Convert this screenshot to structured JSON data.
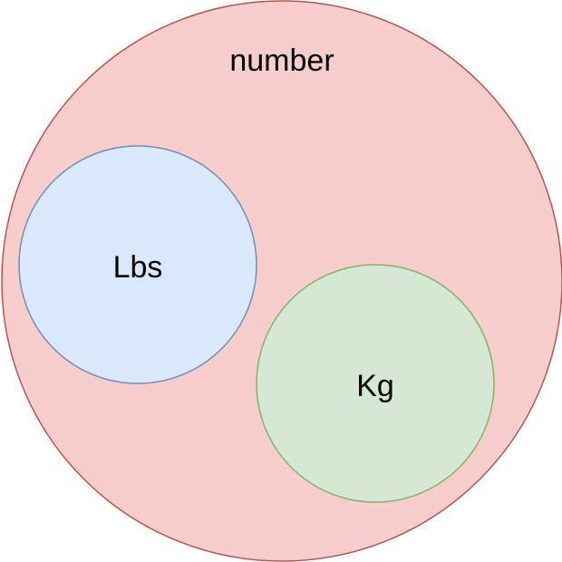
{
  "diagram": {
    "outer": {
      "label": "number",
      "fill": "#f8cecc",
      "stroke": "#b85450"
    },
    "lbs": {
      "label": "Lbs",
      "fill": "#dae8fc",
      "stroke": "#6c8ebf"
    },
    "kg": {
      "label": "Kg",
      "fill": "#d5e8d4",
      "stroke": "#82b366"
    }
  }
}
